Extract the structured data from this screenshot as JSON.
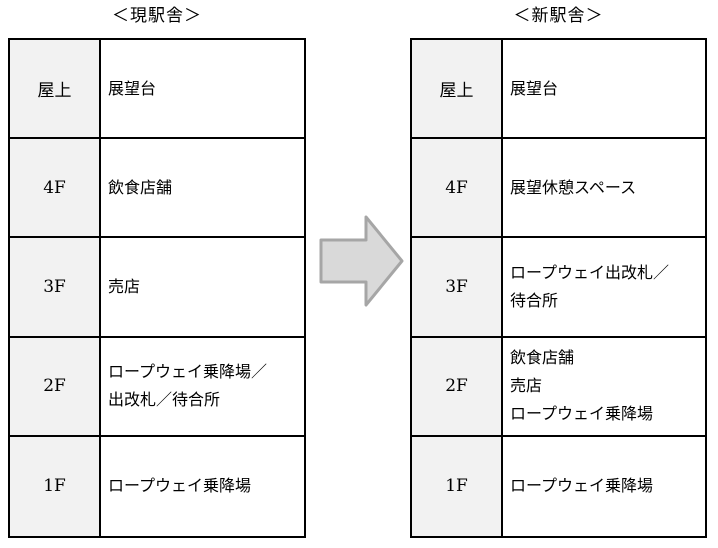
{
  "left_table": {
    "title": "＜現駅舎＞",
    "rows": [
      {
        "floor": "屋上",
        "use": "展望台"
      },
      {
        "floor": "4F",
        "use": "飲食店舗"
      },
      {
        "floor": "3F",
        "use": "売店"
      },
      {
        "floor": "2F",
        "use": "ロープウェイ乗降場／\n出改札／待合所"
      },
      {
        "floor": "1F",
        "use": "ロープウェイ乗降場"
      }
    ]
  },
  "right_table": {
    "title": "＜新駅舎＞",
    "rows": [
      {
        "floor": "屋上",
        "use": "展望台"
      },
      {
        "floor": "4F",
        "use": "展望休憩スペース"
      },
      {
        "floor": "3F",
        "use": "ロープウェイ出改札／\n待合所"
      },
      {
        "floor": "2F",
        "use": "飲食店舗\n売店\nロープウェイ乗降場"
      },
      {
        "floor": "1F",
        "use": "ロープウェイ乗降場"
      }
    ]
  },
  "arrow": {
    "name": "transition-arrow-right",
    "fill": "#d9d9d9",
    "stroke": "#a6a6a6"
  },
  "colors": {
    "floor_cell_bg": "#f2f2f2",
    "table_border": "#000000",
    "text": "#000000"
  }
}
